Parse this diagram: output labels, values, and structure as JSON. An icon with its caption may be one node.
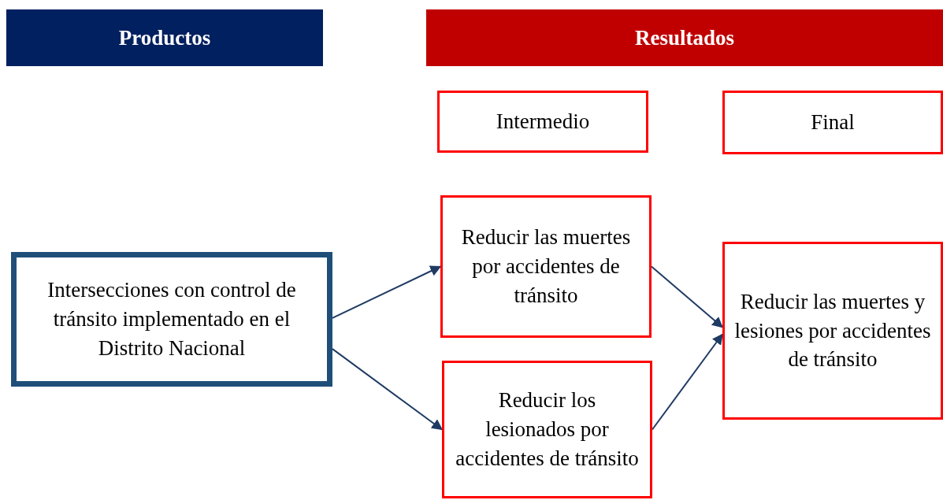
{
  "diagram": {
    "nodes": [
      {
        "text": [
          "Productos"
        ]
      },
      {
        "text": [
          "Resultados"
        ]
      },
      {
        "text": [
          "Intermedio"
        ]
      },
      {
        "text": [
          "Final"
        ]
      },
      {
        "text": [
          "Intersecciones con control de tránsito implementado en el Distrito Nacional"
        ]
      },
      {
        "text": [
          "Reducir las muertes por accidentes de tránsito"
        ]
      },
      {
        "text": [
          "Reducir los lesionados por accidentes de tránsito"
        ]
      },
      {
        "text": [
          "Reducir las muertes y lesiones por accidentes de tránsito"
        ]
      }
    ],
    "edges": [
      {
        "from": 4,
        "to": 5,
        "arrow": "to"
      },
      {
        "from": 4,
        "to": 6,
        "arrow": "to"
      },
      {
        "from": 5,
        "to": 7,
        "arrow": "to"
      },
      {
        "from": 6,
        "to": 7,
        "arrow": "to"
      }
    ]
  }
}
